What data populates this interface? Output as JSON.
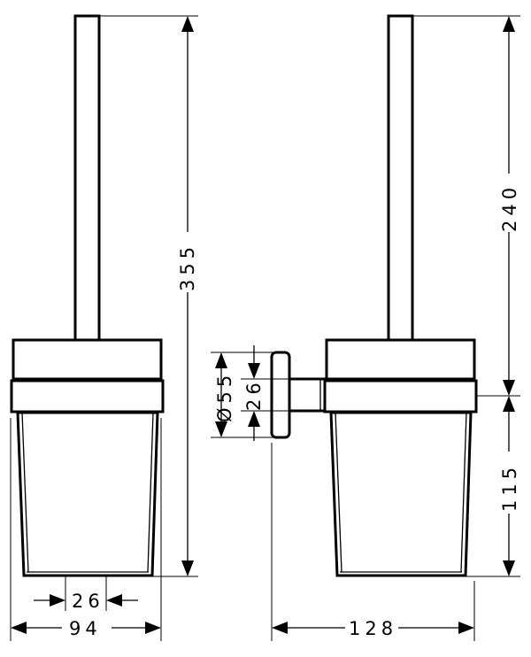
{
  "dimensions": {
    "total_height": "355",
    "holder_depth": "128",
    "upper_height": "240",
    "lower_height": "115",
    "base_width": "94",
    "base_inner": "26",
    "rosette_diameter": "Ø55",
    "rosette_inner": "26"
  }
}
